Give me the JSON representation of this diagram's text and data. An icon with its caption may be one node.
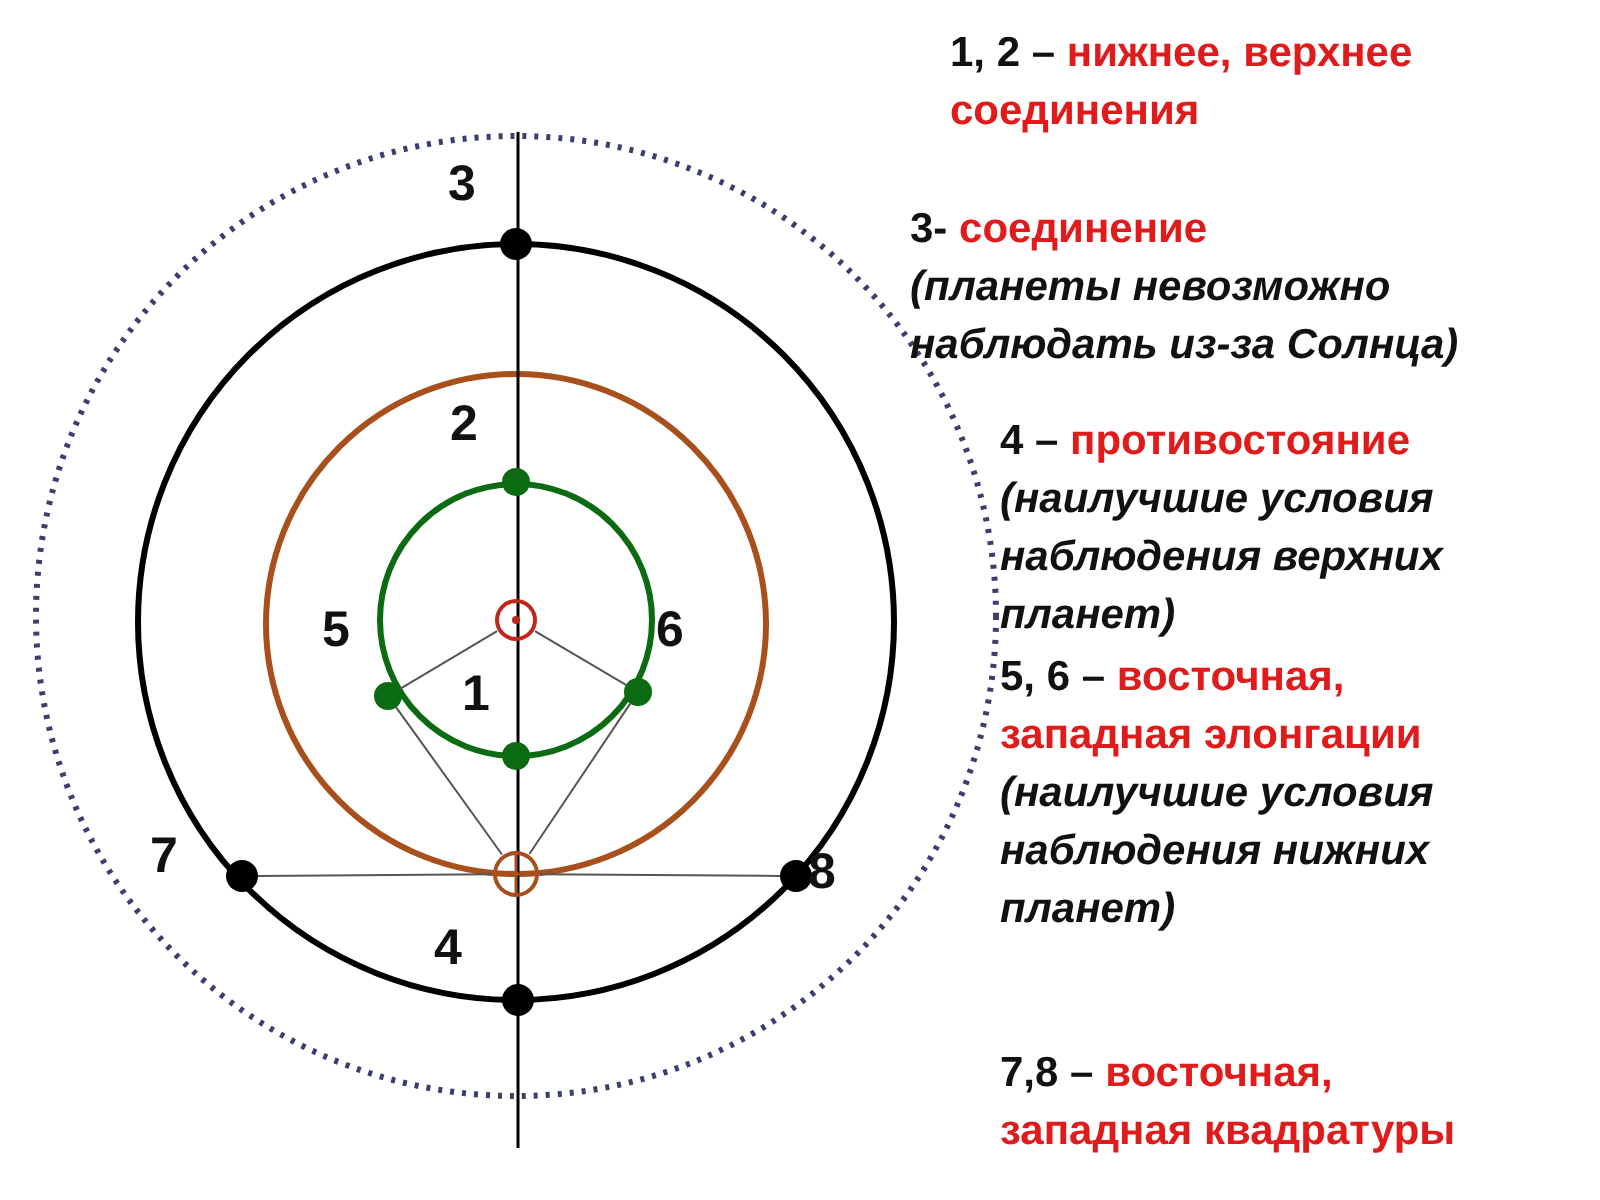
{
  "diagram": {
    "nodes": [
      {
        "text": [],
        "shape": "circle",
        "beside": [
          "3"
        ]
      },
      {
        "text": [],
        "shape": "circle",
        "beside": [
          "2"
        ]
      },
      {
        "text": [],
        "shape": "circle"
      },
      {
        "text": [],
        "shape": "circle",
        "beside": [
          "5"
        ]
      },
      {
        "text": [],
        "shape": "circle",
        "beside": [
          "6"
        ]
      },
      {
        "text": [],
        "shape": "circle",
        "beside": [
          "1"
        ]
      },
      {
        "text": [],
        "shape": "circle",
        "beside": [
          "7"
        ]
      },
      {
        "text": [],
        "shape": "circle"
      },
      {
        "text": [],
        "shape": "circle",
        "beside": [
          "8"
        ]
      },
      {
        "text": [],
        "shape": "circle",
        "beside": [
          "4"
        ]
      }
    ],
    "edges": [
      {
        "from": 2,
        "to": 3,
        "arrow": "none"
      },
      {
        "from": 2,
        "to": 4,
        "arrow": "none"
      },
      {
        "from": 7,
        "to": 3,
        "arrow": "none"
      },
      {
        "from": 7,
        "to": 4,
        "arrow": "none"
      },
      {
        "from": 6,
        "to": 7,
        "arrow": "none"
      },
      {
        "from": 7,
        "to": 8,
        "arrow": "none"
      }
    ],
    "labels": [
      "1, 2 –",
      "нижнее, верхнее соединения",
      "3-",
      "соединение",
      "(планеты невозможно наблюдать из-за Солнца)",
      "4 –",
      "противостояние",
      "(наилучшие условия наблюдения верхних планет)",
      "5, 6 –",
      "восточная, западная элонгации",
      "(наилучшие условия наблюдения нижних планет)",
      "7,8 –",
      "восточная, западная квадратуры"
    ]
  }
}
